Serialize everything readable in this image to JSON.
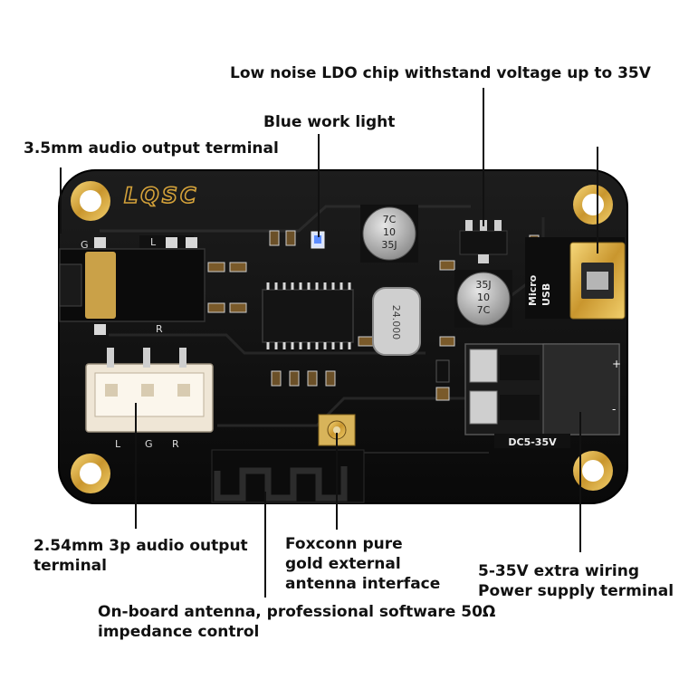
{
  "board": {
    "brand": "LQSC",
    "chips": {
      "cap_top": [
        "7C",
        "10",
        "35J"
      ],
      "cap_right": [
        "35J",
        "10",
        "7C"
      ],
      "crystal": "24.000",
      "usb_label": [
        "Micro",
        "USB"
      ],
      "dc_label": "DC5-35V",
      "jack_marks": [
        "G",
        "L",
        "R"
      ],
      "header_marks": [
        "L",
        "G",
        "R"
      ],
      "dc_polarity": [
        "+",
        "-"
      ]
    }
  },
  "callouts": [
    {
      "id": "ldo",
      "lines": [
        "Low noise LDO chip withstand voltage up to 35V"
      ]
    },
    {
      "id": "blue-light",
      "lines": [
        "Blue work light"
      ]
    },
    {
      "id": "audio-jack",
      "lines": [
        "3.5mm audio output terminal"
      ]
    },
    {
      "id": "pin-header",
      "lines": [
        "2.54mm 3p audio output",
        "terminal"
      ]
    },
    {
      "id": "ufl",
      "lines": [
        "Foxconn pure",
        "gold external",
        "antenna interface"
      ]
    },
    {
      "id": "power-terminal",
      "lines": [
        "5-35V extra wiring",
        "Power supply terminal"
      ]
    },
    {
      "id": "antenna",
      "lines": [
        "On-board antenna, professional software 50Ω",
        "impedance control"
      ]
    }
  ]
}
